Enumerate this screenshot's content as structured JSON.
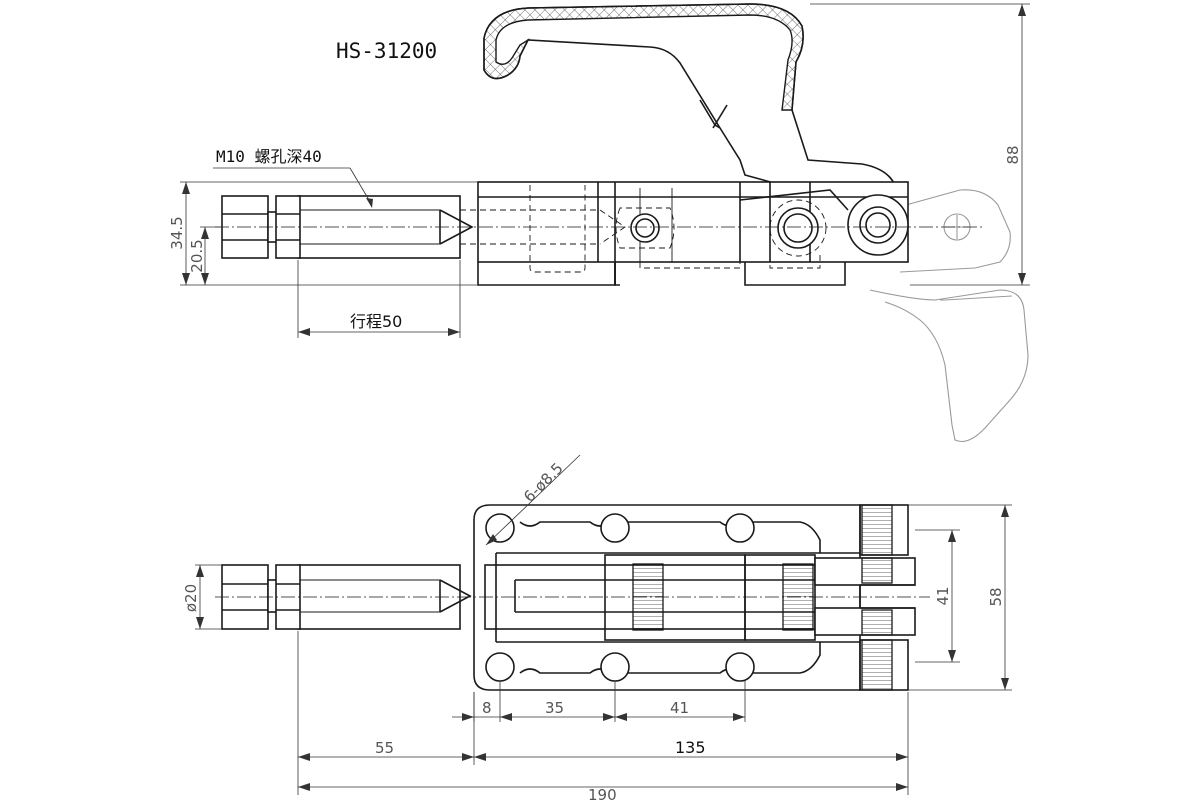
{
  "title": "HS-31200",
  "side_view": {
    "thread_note": "M10 螺孔深40",
    "stroke_label": "行程50",
    "dims": {
      "height_total": "88",
      "height_a": "34.5",
      "height_b": "20.5"
    }
  },
  "top_view": {
    "holes_label": "6-ø8.5",
    "dims": {
      "diameter": "ø20",
      "width_inner": "41",
      "width_outer": "58",
      "d_8": "8",
      "d_35": "35",
      "d_41": "41",
      "d_55": "55",
      "d_135": "135",
      "d_190": "190"
    }
  }
}
